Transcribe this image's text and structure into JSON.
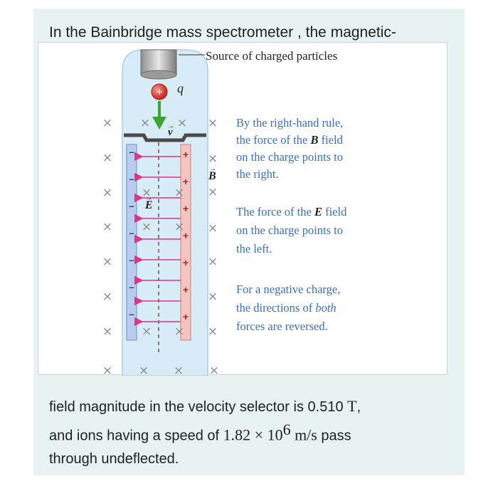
{
  "question": {
    "line1": "In the Bainbridge mass spectrometer , the magnetic-",
    "line2_prefix": "field magnitude in the velocity selector is 0.510 ",
    "line2_unit": "T",
    "line2_suffix": ",",
    "line3_prefix": "and ions having a speed of ",
    "speed_mantissa": "1.82",
    "times_sign": "×",
    "speed_base": "10",
    "speed_exponent": "6",
    "speed_unit": "m/s",
    "line3_suffix": " pass",
    "line4": "through undeflected."
  },
  "figure": {
    "source_label": "Source of charged particles",
    "charge_label": "q",
    "velocity_label": "v",
    "b_field_label": "B",
    "e_field_label": "E",
    "plus_sign": "+",
    "minus_sign": "–",
    "cross_mark": "×",
    "annotations": {
      "rhr": [
        "By the right-hand rule,",
        "the force of the ",
        " field",
        "on the charge points to",
        "the right."
      ],
      "efield": [
        "The force of the ",
        " field",
        "on the charge points to",
        "the left."
      ],
      "negative": [
        "For a negative charge,",
        "the directions of ",
        "both",
        "forces are reversed."
      ]
    },
    "colors": {
      "tube": "#d7ecf6",
      "left_plate": "#b8cdee",
      "right_plate": "#f4c4c0",
      "e_arrows": "#e0338a",
      "velocity_arrow": "#3aa533",
      "charge": "#d8322a",
      "annotation_text": "#3b6fb6",
      "cross_marks": "#8a8a8a"
    }
  }
}
